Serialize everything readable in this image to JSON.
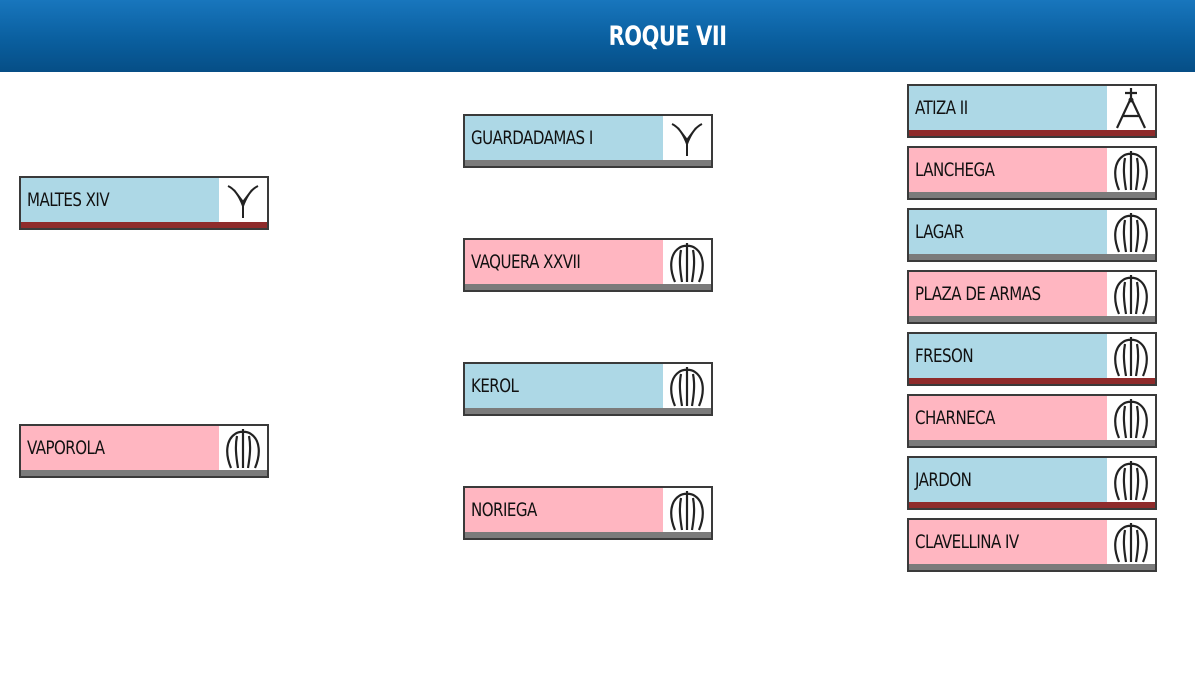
{
  "header": {
    "title": "ROQUE VII"
  },
  "pedigree": [
    {
      "id": "sire",
      "name": "MALTES XIV",
      "sex": "m",
      "mark": "y-brand-icon",
      "bar": "red"
    },
    {
      "id": "dam",
      "name": "VAPOROLA",
      "sex": "f",
      "mark": "m-brand-icon",
      "bar": "grey"
    },
    {
      "id": "ss",
      "name": "GUARDADAMAS I",
      "sex": "m",
      "mark": "y-brand-icon",
      "bar": "grey"
    },
    {
      "id": "sd",
      "name": "VAQUERA XXVII",
      "sex": "f",
      "mark": "m-brand-icon",
      "bar": "grey"
    },
    {
      "id": "ds",
      "name": "KEROL",
      "sex": "m",
      "mark": "m-brand-icon",
      "bar": "grey"
    },
    {
      "id": "dd",
      "name": "NORIEGA",
      "sex": "f",
      "mark": "m-brand-icon",
      "bar": "grey"
    },
    {
      "id": "sss",
      "name": "ATIZA II",
      "sex": "m",
      "mark": "compass-brand-icon",
      "bar": "red"
    },
    {
      "id": "ssd",
      "name": "LANCHEGA",
      "sex": "f",
      "mark": "m-brand-icon",
      "bar": "grey"
    },
    {
      "id": "sds",
      "name": "LAGAR",
      "sex": "m",
      "mark": "m-brand-icon",
      "bar": "grey"
    },
    {
      "id": "sdd",
      "name": "PLAZA DE ARMAS",
      "sex": "f",
      "mark": "m-brand-icon",
      "bar": "grey"
    },
    {
      "id": "dss",
      "name": "FRESON",
      "sex": "m",
      "mark": "m-brand-icon",
      "bar": "red"
    },
    {
      "id": "dsd",
      "name": "CHARNECA",
      "sex": "f",
      "mark": "m-brand-icon",
      "bar": "grey"
    },
    {
      "id": "dds",
      "name": "JARDON",
      "sex": "m",
      "mark": "m-brand-icon",
      "bar": "red"
    },
    {
      "id": "ddd",
      "name": "CLAVELLINA IV",
      "sex": "f",
      "mark": "m-brand-icon",
      "bar": "grey"
    }
  ],
  "colors": {
    "male": "#add8e6",
    "female": "#ffb6c1",
    "red_bar": "#8f2b2b",
    "grey_bar": "#7b7b7b",
    "header": "#0a5f9f"
  }
}
